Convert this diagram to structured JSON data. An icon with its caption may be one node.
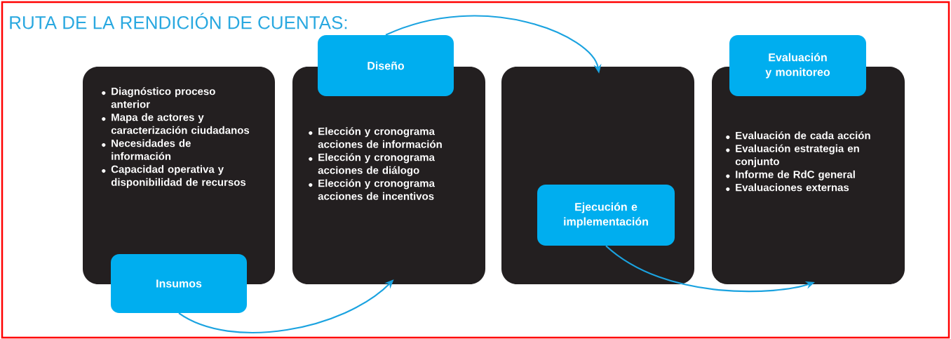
{
  "diagram": {
    "title": "RUTA DE LA RENDICIÓN DE CUENTAS:",
    "nodes": [
      {
        "text": [
          "Diagnóstico proceso anterior",
          "Mapa de actores y caracterización ciudadanos",
          "Necesidades de información",
          "Capacidad operativa y disponibilidad de recursos"
        ]
      },
      {
        "text": [
          "Insumos"
        ]
      },
      {
        "text": [
          "Elección y cronograma acciones de información",
          "Elección y cronograma acciones de diálogo",
          "Elección y cronograma acciones de incentivos"
        ]
      },
      {
        "text": [
          "Diseño"
        ]
      },
      {
        "text": [],
        "shape": "box"
      },
      {
        "text": [
          "Ejecución e implementación"
        ],
        "in": 4
      },
      {
        "text": [
          "Evaluación de cada acción",
          "Evaluación estrategia en conjunto",
          "Informe de RdC general",
          "Evaluaciones externas"
        ]
      },
      {
        "text": [
          "Evaluación y monitoreo"
        ]
      }
    ],
    "edges": [
      {
        "from": 1,
        "to": 2,
        "arrow": "to"
      },
      {
        "from": 3,
        "to": 4,
        "arrow": "to"
      },
      {
        "from": 5,
        "to": 6,
        "arrow": "to"
      }
    ]
  }
}
